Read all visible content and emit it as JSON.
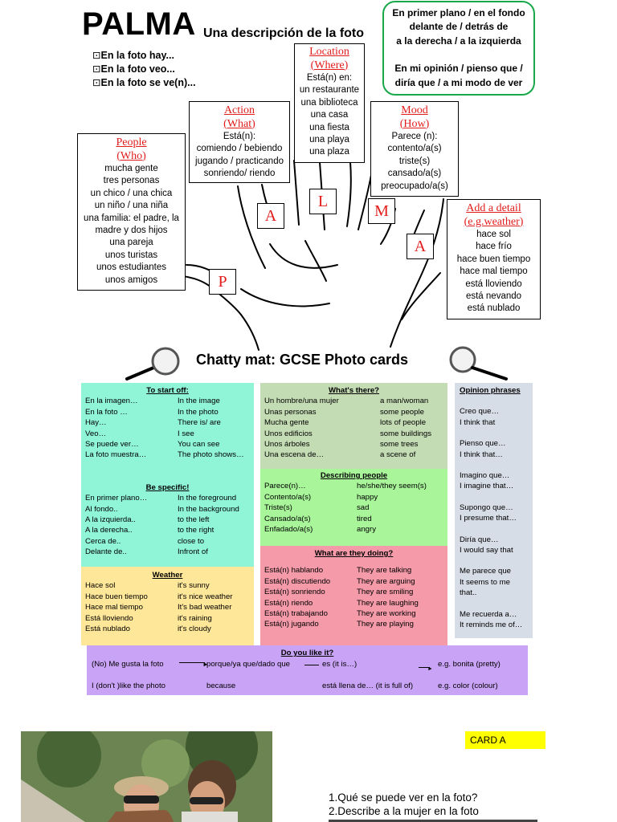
{
  "header": {
    "title": "PALMA",
    "subtitle": "Una descripción de la foto",
    "starters": [
      "En la foto hay...",
      "En la foto veo...",
      "En la foto se ve(n)..."
    ],
    "green_box": {
      "line1": "En primer plano / en el fondo",
      "line2": "delante de / detrás de",
      "line3": "a la derecha / a la izquierda",
      "line4": "En mi opinión / pienso que /",
      "line5": "diría que / a mi modo de ver"
    }
  },
  "hand": {
    "people": {
      "heading1": "People",
      "heading2": "(Who)",
      "items": [
        "mucha gente",
        "tres personas",
        "un chico / una chica",
        "un niño / una niña",
        "una familia: el padre, la",
        "madre y dos hijos",
        "una pareja",
        "unos turistas",
        "unos estudiantes",
        "unos amigos"
      ]
    },
    "action": {
      "heading1": "Action",
      "heading2": "(What)",
      "items": [
        "Está(n):",
        "comiendo / bebiendo",
        "jugando / practicando",
        "sonriendo/ riendo"
      ]
    },
    "location": {
      "heading1": "Location",
      "heading2": "(Where)",
      "items": [
        "Está(n) en:",
        "un restaurante",
        "una biblioteca",
        "una casa",
        "una fiesta",
        "una playa",
        "una plaza"
      ]
    },
    "mood": {
      "heading1": "Mood",
      "heading2": "(How)",
      "items": [
        "Parece (n):",
        "contento/a(s)",
        "triste(s)",
        "cansado/a(s)",
        "preocupado/a(s)"
      ]
    },
    "detail": {
      "heading1": "Add a detail",
      "heading2": "(e.g.weather)",
      "items": [
        "hace sol",
        "hace frío",
        "hace buen tiempo",
        "hace mal tiempo",
        "está lloviendo",
        "está  nevando",
        "está nublado"
      ]
    },
    "letters": {
      "p": "P",
      "a1": "A",
      "l": "L",
      "m": "M",
      "a2": "A"
    }
  },
  "mat": {
    "title": "Chatty mat: GCSE Photo cards",
    "start": {
      "heading": "To start off:",
      "rows": [
        [
          "En la imagen…",
          "In the image"
        ],
        [
          "En la foto      …",
          "In the photo"
        ],
        [
          "Hay…",
          "There is/ are"
        ],
        [
          "Veo…",
          "I  see"
        ],
        [
          "Se puede ver…",
          "You can see"
        ],
        [
          "La foto muestra…",
          "The photo shows…"
        ]
      ]
    },
    "specific": {
      "heading": "Be specific!",
      "rows": [
        [
          "En primer plano…",
          "In the foreground"
        ],
        [
          "Al fondo..",
          "In the background"
        ],
        [
          "A la izquierda..",
          "to the left"
        ],
        [
          "A la derecha..",
          "to the right"
        ],
        [
          "Cerca de..",
          "close to"
        ],
        [
          "Delante de..",
          "Infront of"
        ]
      ]
    },
    "weather": {
      "heading": "Weather",
      "rows": [
        [
          "Hace sol",
          "it's sunny"
        ],
        [
          "Hace buen tiempo",
          "it's nice weather"
        ],
        [
          "Hace mal tiempo",
          "It's bad weather"
        ],
        [
          "Está lloviendo",
          "it's raining"
        ],
        [
          "Está nublado",
          "it's cloudy"
        ]
      ]
    },
    "there": {
      "heading": "What's there?",
      "rows": [
        [
          "Un hombre/una mujer",
          "a man/woman"
        ],
        [
          "Unas personas",
          "some people"
        ],
        [
          "Mucha gente",
          "lots of people"
        ],
        [
          "Unos edificios",
          "some buildings"
        ],
        [
          "Unos árboles",
          "some trees"
        ],
        [
          "Una escena de…",
          "a scene of"
        ]
      ]
    },
    "describing": {
      "heading": "Describing people",
      "rows": [
        [
          "Parece(n)…",
          "he/she/they seem(s)"
        ],
        [
          "Contento/a(s)",
          "happy"
        ],
        [
          "Triste(s)",
          "sad"
        ],
        [
          "Cansado/a(s)",
          "tired"
        ],
        [
          "Enfadado/a(s)",
          "angry"
        ]
      ]
    },
    "doing": {
      "heading": "What are they doing?",
      "rows": [
        [
          "Está(n) hablando",
          "They are talking"
        ],
        [
          "Está(n) discutiendo",
          "They are arguing"
        ],
        [
          "Está(n) sonriendo",
          "They are smiling"
        ],
        [
          "Está(n) riendo",
          "They are laughing"
        ],
        [
          "Está(n) trabajando",
          "They are working"
        ],
        [
          "Está(n) jugando",
          "They are playing"
        ]
      ]
    },
    "opinion": {
      "heading": "Opinion phrases",
      "lines": [
        "Creo que…",
        "I think that",
        "Pienso que…",
        "I think that…",
        "Imagino que…",
        "I imagine that…",
        "Supongo que…",
        "I presume that…",
        "Diría que…",
        "I would say that",
        "Me parece que",
        "It seems to me",
        "that..",
        "Me recuerda a…",
        "It reminds me of…"
      ]
    },
    "like": {
      "heading": "Do you like it?",
      "r1c1": "(No) Me gusta la foto",
      "r1c2": "porque/ya que/dado que",
      "r1c3": "es (it is…)",
      "r1c4": "e.g. bonita (pretty)",
      "r2c1": "I (don't )like the photo",
      "r2c2": "because",
      "r2c3": "está llena de… (it is full of)",
      "r2c4": "e.g. color (colour)"
    }
  },
  "card": {
    "label": "CARD A",
    "q1": "1.Qué se puede ver en la foto?",
    "q2": "2.Describe a la mujer en la foto"
  },
  "colors": {
    "red": "#e21b1b",
    "green": "#18a84a",
    "aqua": "#8ff5d6",
    "yellow": "#ffe799",
    "lightgreen": "#a8f59a",
    "pink": "#f49aa8",
    "purple": "#c9a3f5",
    "grey": "#d7dde6",
    "sage": "#c4dcb4",
    "card": "#ffff00"
  }
}
